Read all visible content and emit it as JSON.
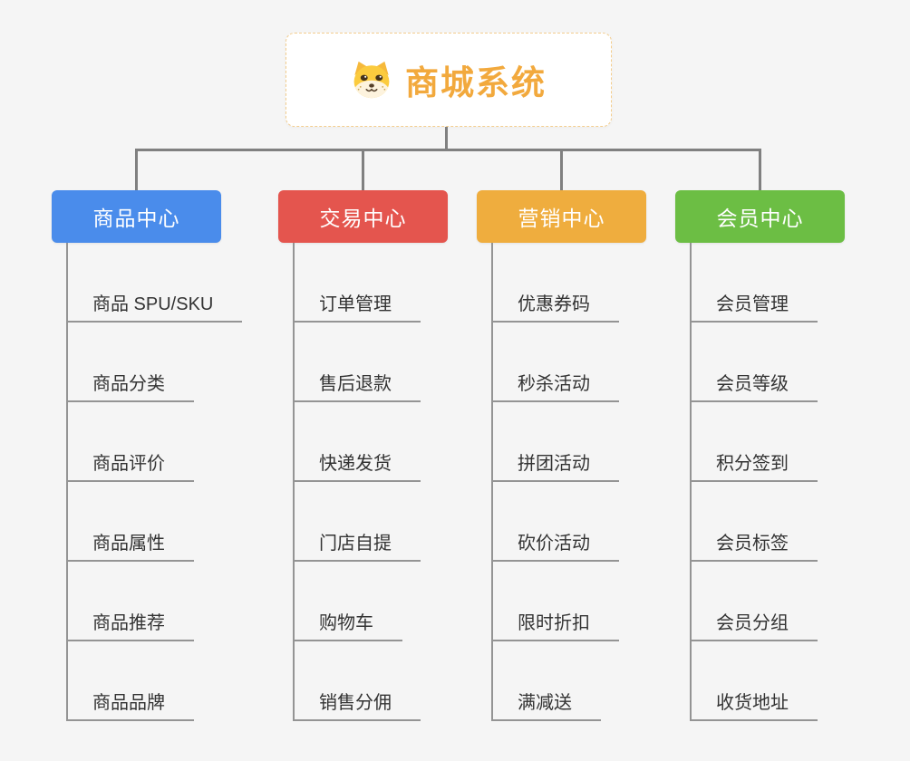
{
  "root": {
    "title": "商城系统",
    "title_color": "#f2a93d",
    "border_color": "#f3cd8e",
    "icon": "shiba-dog-icon"
  },
  "connector_color": "#808080",
  "branches": [
    {
      "label": "商品中心",
      "color": "#4a8ceb",
      "children": [
        "商品 SPU/SKU",
        "商品分类",
        "商品评价",
        "商品属性",
        "商品推荐",
        "商品品牌"
      ]
    },
    {
      "label": "交易中心",
      "color": "#e4554e",
      "children": [
        "订单管理",
        "售后退款",
        "快递发货",
        "门店自提",
        "购物车",
        "销售分佣"
      ]
    },
    {
      "label": "营销中心",
      "color": "#efad3e",
      "children": [
        "优惠券码",
        "秒杀活动",
        "拼团活动",
        "砍价活动",
        "限时折扣",
        "满减送"
      ]
    },
    {
      "label": "会员中心",
      "color": "#6cbe44",
      "children": [
        "会员管理",
        "会员等级",
        "积分签到",
        "会员标签",
        "会员分组",
        "收货地址"
      ]
    }
  ]
}
